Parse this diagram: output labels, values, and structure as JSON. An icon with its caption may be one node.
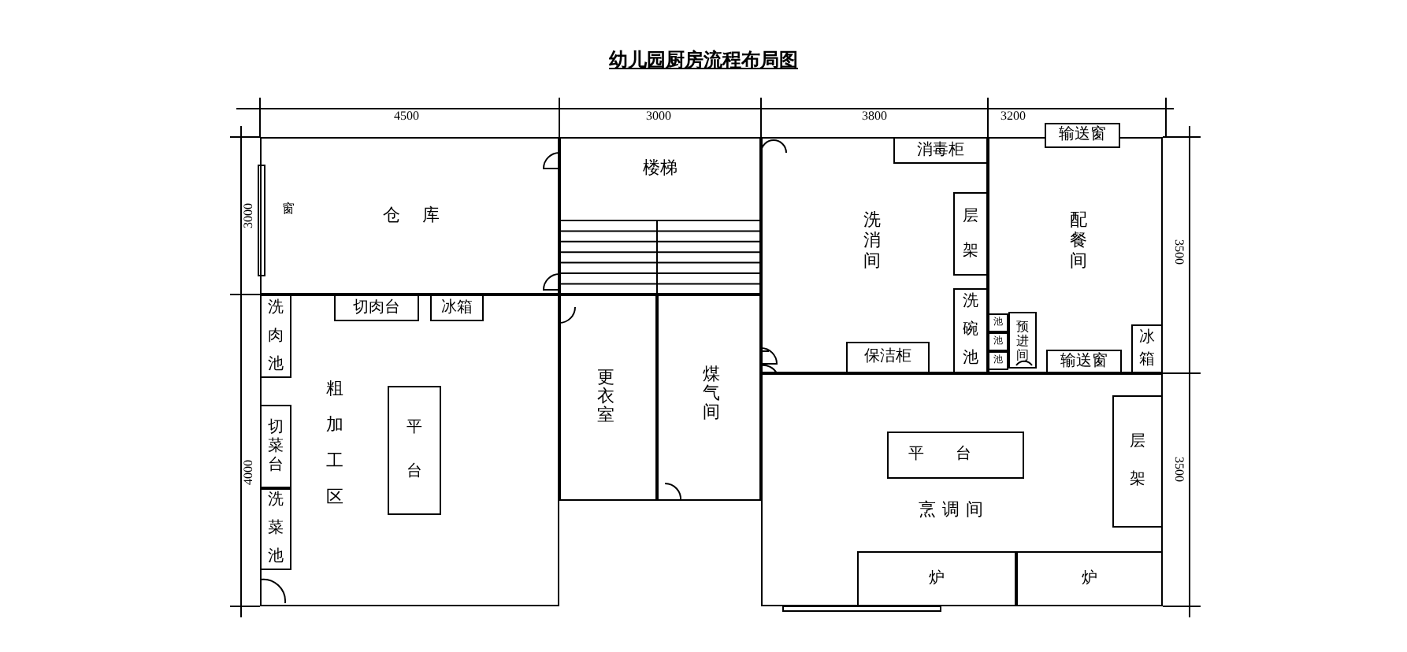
{
  "diagram": {
    "title": "幼儿园厨房流程布局图",
    "nodes": [
      {
        "text": [
          "仓库"
        ]
      },
      {
        "text": [
          "楼梯"
        ]
      },
      {
        "text": [
          "洗消间"
        ]
      },
      {
        "text": [
          "消毒柜"
        ],
        "in": 2
      },
      {
        "text": [
          "层架"
        ],
        "in": 2
      },
      {
        "text": [
          "洗碗池"
        ],
        "in": 2
      },
      {
        "text": [
          "保洁柜"
        ],
        "in": 2
      },
      {
        "text": [
          "配餐间"
        ]
      },
      {
        "text": [
          "输送窗"
        ]
      },
      {
        "text": [
          "池"
        ],
        "in": 7
      },
      {
        "text": [
          "池"
        ],
        "in": 7
      },
      {
        "text": [
          "池"
        ],
        "in": 7
      },
      {
        "text": [
          "预进间"
        ],
        "in": 7
      },
      {
        "text": [
          "输送窗"
        ],
        "in": 7
      },
      {
        "text": [
          "冰箱"
        ],
        "in": 7
      },
      {
        "text": [
          "粗加工区"
        ]
      },
      {
        "text": [
          "洗肉池"
        ],
        "in": 15
      },
      {
        "text": [
          "切肉台"
        ],
        "in": 15
      },
      {
        "text": [
          "冰箱"
        ],
        "in": 15
      },
      {
        "text": [
          "切菜台"
        ],
        "in": 15
      },
      {
        "text": [
          "洗菜池"
        ],
        "in": 15
      },
      {
        "text": [
          "平台"
        ],
        "in": 15
      },
      {
        "text": [
          "更衣室"
        ]
      },
      {
        "text": [
          "煤气间"
        ]
      },
      {
        "text": [
          "烹调间"
        ]
      },
      {
        "text": [
          "平台"
        ],
        "in": 24
      },
      {
        "text": [
          "层架"
        ],
        "in": 24
      },
      {
        "text": [
          "炉"
        ],
        "in": 24
      },
      {
        "text": [
          "炉"
        ],
        "in": 24
      }
    ],
    "labels": [
      "4500",
      "3000",
      "3800",
      "3200",
      "3000",
      "窗",
      "3500",
      "4000",
      "3500"
    ]
  }
}
